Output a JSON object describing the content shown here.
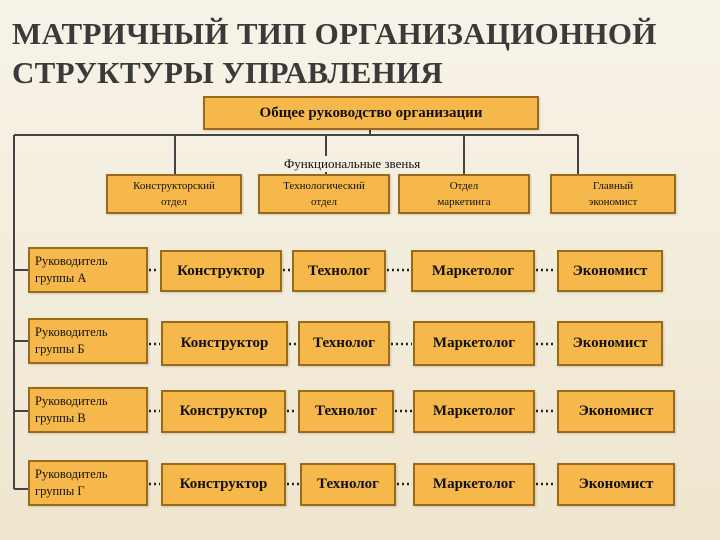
{
  "title_line1": "МАТРИЧНЫЙ ТИП ОРГАНИЗАЦИОННОЙ",
  "title_line2": "СТРУКТУРЫ УПРАВЛЕНИЯ",
  "top_box": "Общее руководство организации",
  "functional_label": "Функциональные звенья",
  "departments": [
    {
      "line1": "Конструкторский",
      "line2": "отдел"
    },
    {
      "line1": "Технологический",
      "line2": "отдел"
    },
    {
      "line1": "Отдел",
      "line2": "маркетинга"
    },
    {
      "line1": "Главный",
      "line2": "экономист"
    }
  ],
  "groups": [
    {
      "line1": "Руководитель",
      "line2": "группы  А"
    },
    {
      "line1": "Руководитель",
      "line2": "группы  Б"
    },
    {
      "line1": "Руководитель",
      "line2": "группы  В"
    },
    {
      "line1": "Руководитель",
      "line2": "группы  Г"
    }
  ],
  "roles": {
    "designer": "Конструктор",
    "technologist": "Технолог",
    "marketer": "Маркетолог",
    "economist": "Экономист"
  },
  "colors": {
    "box_fill": "#f7b84b",
    "box_border": "#9a6a1c",
    "line": "#444444"
  }
}
